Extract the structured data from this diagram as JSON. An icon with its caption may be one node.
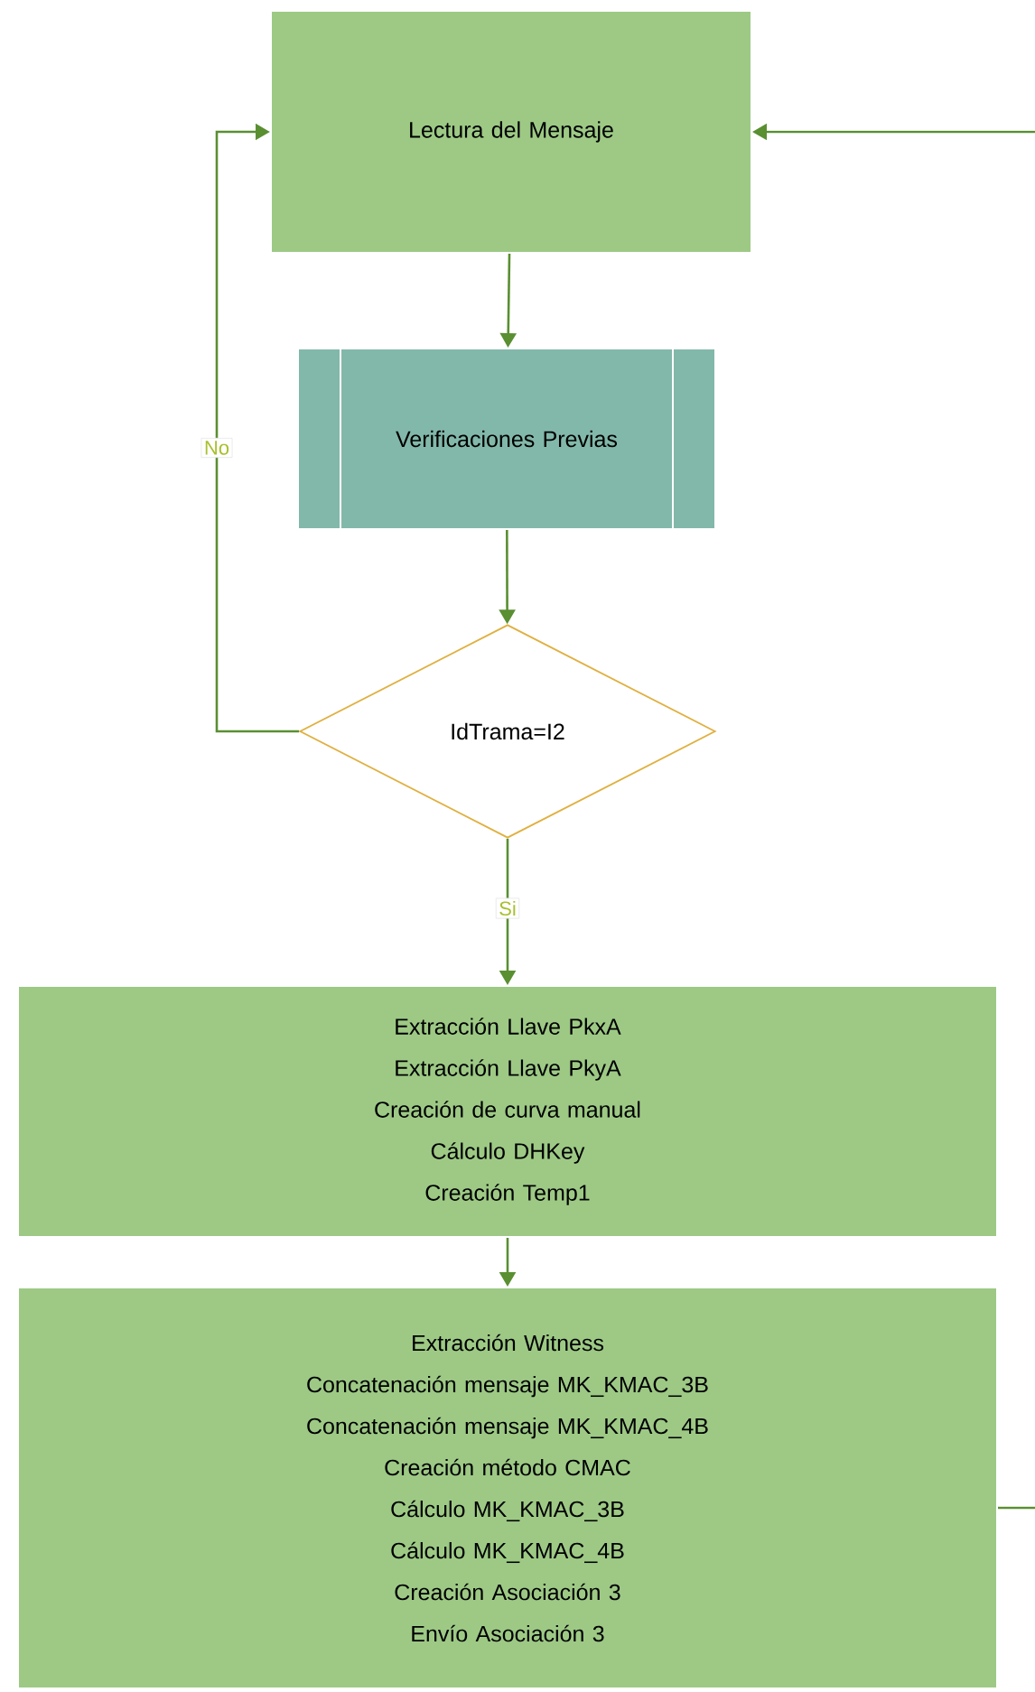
{
  "diagram": {
    "nodes": [
      {
        "text": [
          "Lectura del Mensaje"
        ]
      },
      {
        "text": [
          "Verificaciones Previas"
        ]
      },
      {
        "text": [
          "IdTrama=I2"
        ]
      },
      {
        "text": [
          "Extracción Llave PkxA",
          "Extracción Llave PkyA",
          "Creación de curva manual",
          "Cálculo DHKey",
          "Creación Temp1"
        ]
      },
      {
        "text": [
          "Extracción Witness",
          "Concatenación mensaje MK_KMAC_3B",
          "Concatenación mensaje MK_KMAC_4B",
          "Creación método CMAC",
          "Cálculo MK_KMAC_3B",
          "Cálculo MK_KMAC_4B",
          "Creación Asociación 3",
          "Envío Asociación 3"
        ]
      }
    ],
    "edges": [
      {
        "from": 0,
        "to": 1,
        "arrow": "to"
      },
      {
        "from": 1,
        "to": 2,
        "arrow": "to"
      },
      {
        "from": 2,
        "to": 0,
        "arrow": "to",
        "label": "No"
      },
      {
        "from": 2,
        "to": 3,
        "arrow": "to",
        "label": "Si"
      },
      {
        "from": 3,
        "to": 4,
        "arrow": "to"
      },
      {
        "from": 4,
        "to": null,
        "arrow": "none"
      },
      {
        "from": null,
        "to": 0,
        "arrow": "to"
      }
    ]
  }
}
